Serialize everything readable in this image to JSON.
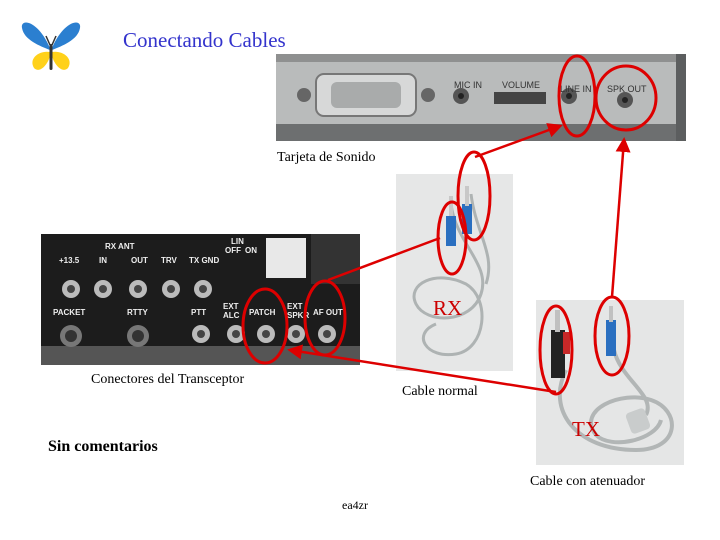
{
  "slide": {
    "title": "Conectando Cables",
    "sound_card_caption": "Tarjeta de Sonido",
    "transceiver_caption": "Conectores del Transceptor",
    "normal_cable_caption": "Cable normal",
    "attenuator_cable_caption": "Cable con atenuador",
    "rx_label": "RX",
    "tx_label": "TX",
    "comments": "Sin comentarios",
    "footer": "ea4zr"
  },
  "sound_card_photo": {
    "labels": [
      "MIC IN",
      "VOLUME",
      "LINE IN",
      "SPK OUT"
    ]
  },
  "transceiver_photo": {
    "top_labels": [
      "+13.5",
      "RX ANT",
      "IN",
      "OUT",
      "TRV",
      "TX GND",
      "LIN",
      "OFF",
      "ON"
    ],
    "bottom_labels": [
      "PACKET",
      "RTTY",
      "PTT",
      "EXT ALC",
      "PATCH",
      "EXT SPKR",
      "AF OUT"
    ]
  },
  "colors": {
    "title": "#3333cc",
    "annotation_red": "#dd0000",
    "label_red": "#cc0000"
  }
}
